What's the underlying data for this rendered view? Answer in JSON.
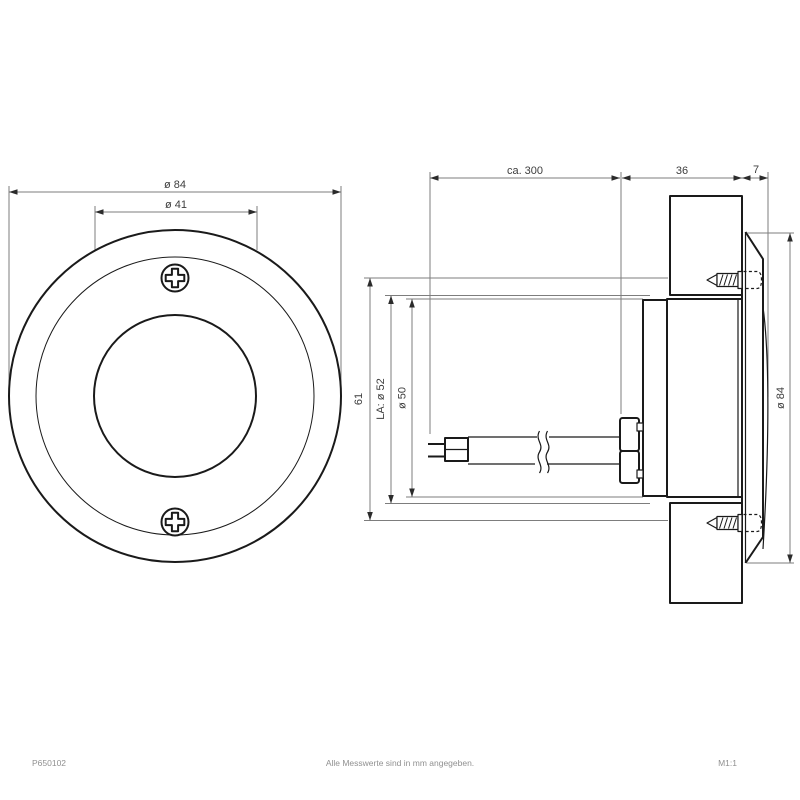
{
  "front_view": {
    "outer_diameter": "ø 84",
    "cutout_circle": "ø 41"
  },
  "side_view": {
    "cable_length": "ca. 300",
    "recess_depth": "36",
    "bezel_depth": "7",
    "fixing_height": "61",
    "cutout": "LA: ø 52",
    "body_diameter": "ø 50",
    "front_diameter": "ø 84"
  },
  "footer": {
    "article": "P650102",
    "note": "Alle Messwerte sind in mm angegeben.",
    "scale": "M1:1"
  },
  "icons": {
    "screw_front": "phillips-screw-icon",
    "screw_side": "wood-screw-icon"
  },
  "colors": {
    "object_line": "#1a1a1a",
    "dimension_line": "#7d7d7d",
    "dimension_text": "#3d3d3d",
    "footer_text": "#909090",
    "background": "#ffffff"
  }
}
